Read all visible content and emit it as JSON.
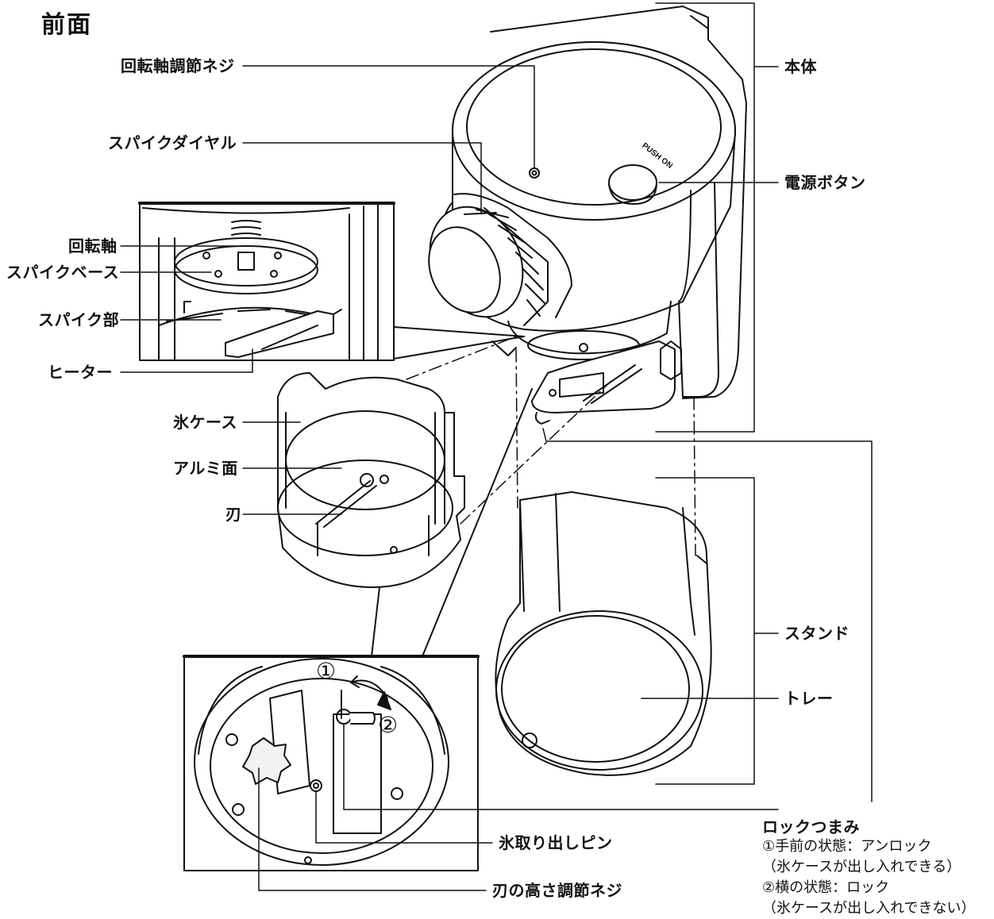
{
  "page": {
    "title": "前面"
  },
  "labels": {
    "rotation_screw": "回転軸調節ネジ",
    "spike_dial": "スパイクダイヤル",
    "rotation_shaft": "回転軸",
    "spike_base": "スパイクベース",
    "spike_part": "スパイク部",
    "heater": "ヒーター",
    "ice_case": "氷ケース",
    "aluminum_surface": "アルミ面",
    "blade": "刃",
    "main_body": "本体",
    "power_button": "電源ボタン",
    "stand": "スタンド",
    "tray": "トレー",
    "ice_pin": "氷取り出しピン",
    "blade_height_screw": "刃の高さ調節ネジ"
  },
  "product_text": {
    "push_on": "PUSH ON"
  },
  "callouts": {
    "step1": "①",
    "step2": "②"
  },
  "lock_knob": {
    "title": "ロックつまみ",
    "line1": "①手前の状態：アンロック",
    "line2": "（氷ケースが出し入れできる）",
    "line3": "②横の状態：ロック",
    "line4": "（氷ケースが出し入れできない）"
  },
  "colors": {
    "ink": "#111111",
    "fill": "#ffffff",
    "shade": "#f2f2f2"
  }
}
